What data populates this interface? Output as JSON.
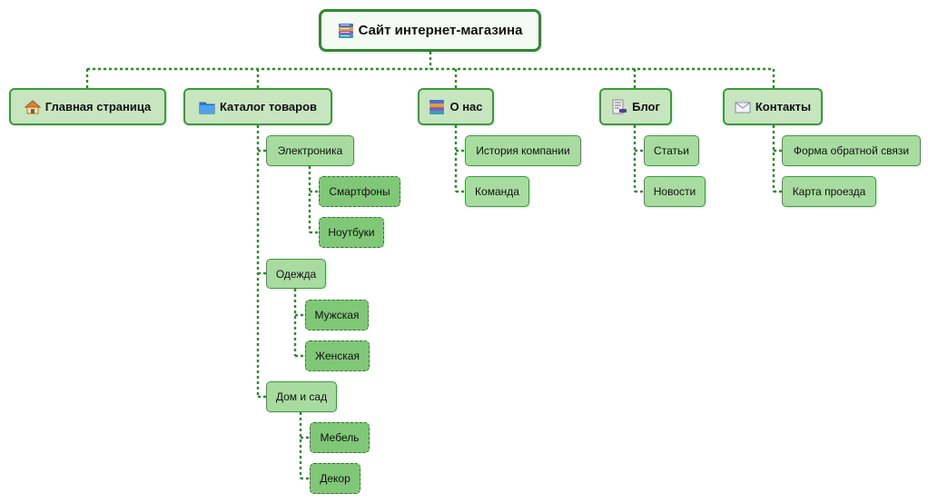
{
  "root": {
    "label": "Сайт интернет-магазина",
    "icon": "books-icon"
  },
  "sections": [
    {
      "label": "Главная страница",
      "icon": "house-icon",
      "children": []
    },
    {
      "label": "Каталог товаров",
      "icon": "folder-icon",
      "children": [
        {
          "label": "Электроника",
          "children": [
            {
              "label": "Смартфоны"
            },
            {
              "label": "Ноутбуки"
            }
          ]
        },
        {
          "label": "Одежда",
          "children": [
            {
              "label": "Мужская"
            },
            {
              "label": "Женская"
            }
          ]
        },
        {
          "label": "Дом и сад",
          "children": [
            {
              "label": "Мебель"
            },
            {
              "label": "Декор"
            }
          ]
        }
      ]
    },
    {
      "label": "О нас",
      "icon": "books-icon",
      "children": [
        {
          "label": "История компании"
        },
        {
          "label": "Команда"
        }
      ]
    },
    {
      "label": "Блог",
      "icon": "document-edit-icon",
      "children": [
        {
          "label": "Статьи"
        },
        {
          "label": "Новости"
        }
      ]
    },
    {
      "label": "Контакты",
      "icon": "envelope-icon",
      "children": [
        {
          "label": "Форма обратной связи"
        },
        {
          "label": "Карта проезда"
        }
      ]
    }
  ],
  "colors": {
    "connector": "#2e8b2e",
    "root_fill": "#f4fbf2",
    "level1_fill": "#c7e6bf",
    "level2_fill": "#a8dba0",
    "level3_fill": "#80c878",
    "border": "#3a9a3a"
  }
}
